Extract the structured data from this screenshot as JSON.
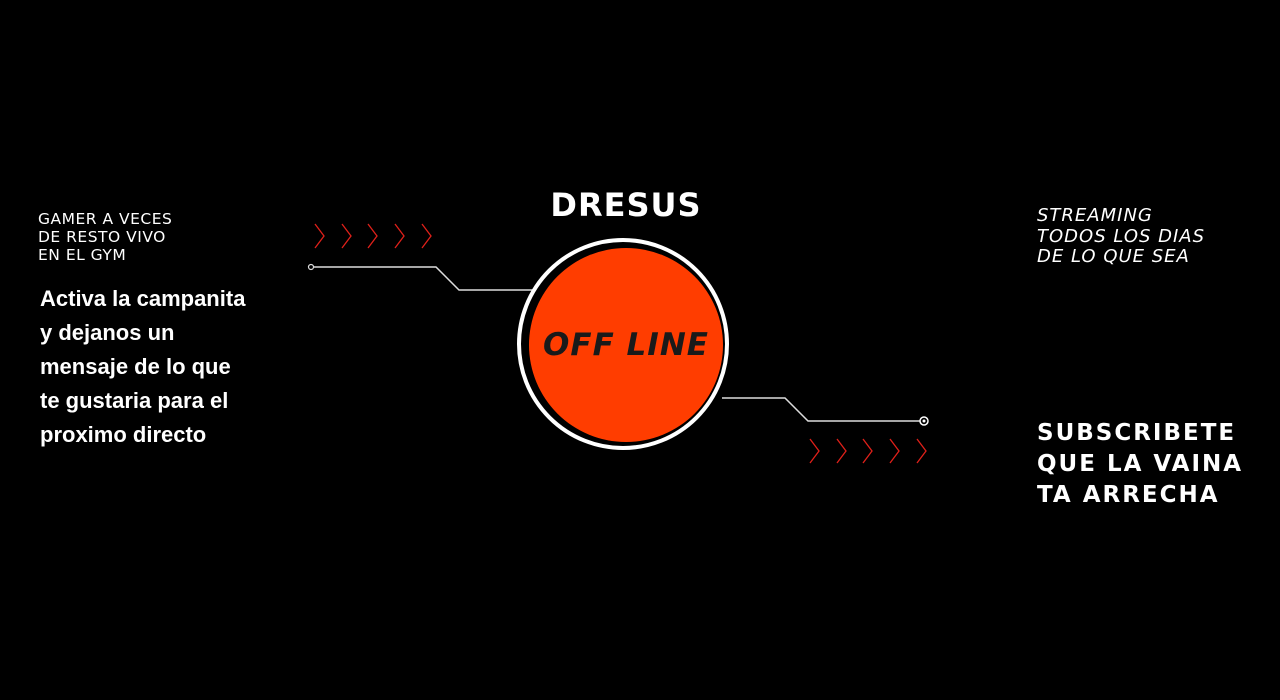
{
  "left": {
    "tagline": [
      "GAMER A VECES",
      "DE RESTO VIVO",
      "EN EL GYM"
    ],
    "cta": "Activa la campanita y dejanos un mensaje de lo que te gustaria para el proximo directo"
  },
  "center": {
    "brand": "DRESUS",
    "status": "OFF LINE",
    "status_color": "#ff3d00"
  },
  "right": {
    "streaming": [
      "STREAMING",
      "TODOS LOS DIAS",
      "DE LO QUE SEA"
    ],
    "subscribe": [
      "SUBSCRIBETE",
      "QUE LA VAINA",
      "TA ARRECHA"
    ]
  },
  "decor": {
    "chevron_color": "#e0201a",
    "chevron_icon": "chevron-right-icon"
  }
}
